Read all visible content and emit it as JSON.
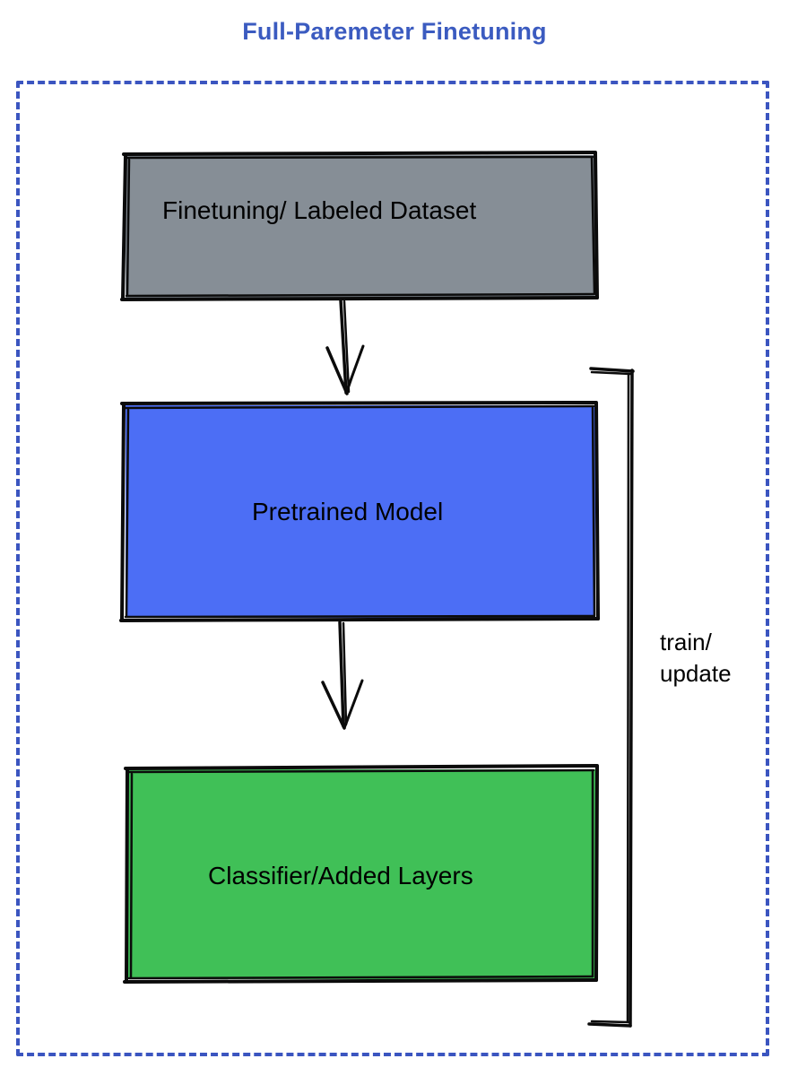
{
  "title": "Full-Paremeter Finetuning",
  "colors": {
    "title": "#3b5bc0",
    "frame_border": "#3b55c0",
    "dataset_fill": "#868e96",
    "pretrained_fill": "#4c6ef5",
    "classifier_fill": "#40c057",
    "stroke": "#000000",
    "background": "#ffffff"
  },
  "frame": {
    "style": "dashed",
    "label": "diagram-boundary"
  },
  "nodes": [
    {
      "id": "dataset",
      "label": "Finetuning/ Labeled Dataset",
      "fill": "#868e96",
      "shape": "rectangle"
    },
    {
      "id": "pretrained",
      "label": "Pretrained Model",
      "fill": "#4c6ef5",
      "shape": "rectangle"
    },
    {
      "id": "classifier",
      "label": "Classifier/Added Layers",
      "fill": "#40c057",
      "shape": "rectangle"
    }
  ],
  "edges": [
    {
      "id": "dataset-to-pretrained",
      "from": "dataset",
      "to": "pretrained",
      "label": "",
      "arrow": "down"
    },
    {
      "id": "pretrained-to-classifier",
      "from": "pretrained",
      "to": "classifier",
      "label": "",
      "arrow": "down"
    },
    {
      "id": "feedback-train-update",
      "from": "classifier",
      "to": "pretrained",
      "label": "train/\nupdate",
      "arrow": "bracket"
    }
  ]
}
